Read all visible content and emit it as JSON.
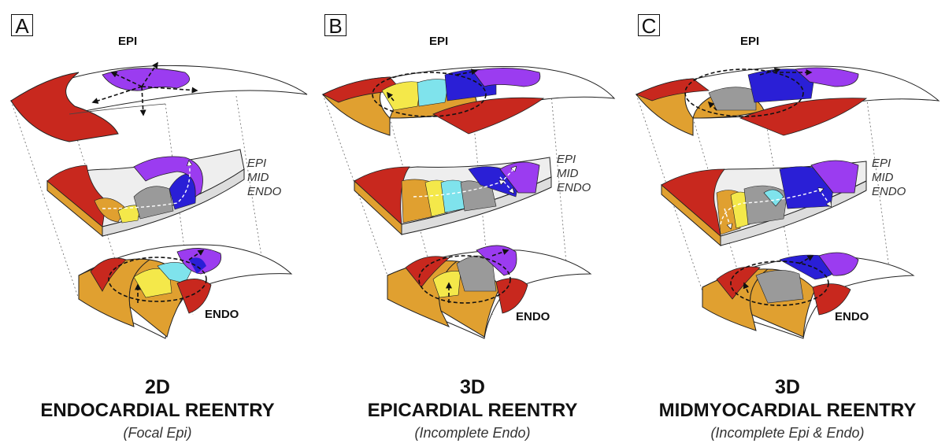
{
  "panels": [
    {
      "letter": "A",
      "epi_label": "EPI",
      "endo_label": "ENDO",
      "layers": [
        "EPI",
        "MID",
        "ENDO"
      ],
      "dimension": "2D",
      "title": "ENDOCARDIAL REENTRY",
      "subtitle": "(Focal Epi)"
    },
    {
      "letter": "B",
      "epi_label": "EPI",
      "endo_label": "ENDO",
      "layers": [
        "EPI",
        "MID",
        "ENDO"
      ],
      "dimension": "3D",
      "title": "EPICARDIAL REENTRY",
      "subtitle": "(Incomplete Endo)"
    },
    {
      "letter": "C",
      "epi_label": "EPI",
      "endo_label": "ENDO",
      "layers": [
        "EPI",
        "MID",
        "ENDO"
      ],
      "dimension": "3D",
      "title": "MIDMYOCARDIAL REENTRY",
      "subtitle": "(Incomplete Epi & Endo)"
    }
  ],
  "colors": {
    "red": "#c8281e",
    "orange": "#e0a030",
    "yellow": "#f4e84a",
    "cyan": "#7fe3ec",
    "blue": "#2a1fd6",
    "purple": "#9b3cf0",
    "gray": "#9a9a9a",
    "outline": "#222222"
  }
}
